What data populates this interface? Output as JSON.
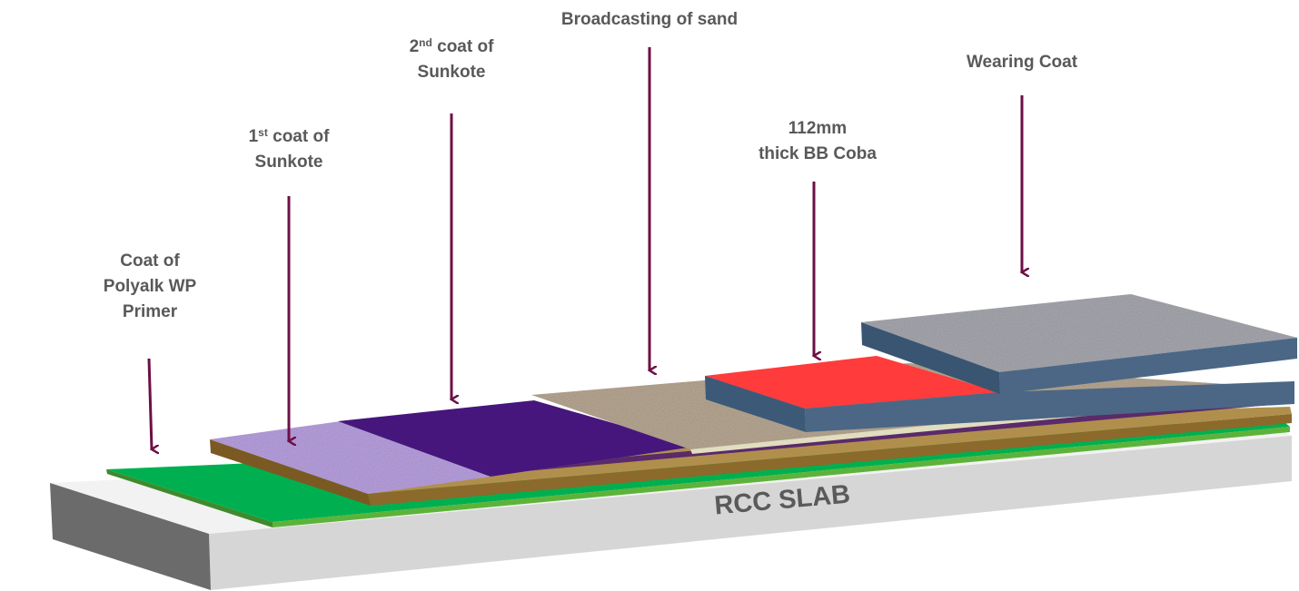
{
  "labels": {
    "primer": {
      "l1": "Coat of",
      "l2": "Polyalk WP",
      "l3": "Primer"
    },
    "coat1": {
      "num": "1",
      "sup": "st",
      "rest": " coat of",
      "l2": "Sunkote"
    },
    "coat2": {
      "num": "2",
      "sup": "nd",
      "rest": " coat of",
      "l2": "Sunkote"
    },
    "sand": {
      "l1": "Broadcasting of sand"
    },
    "coba": {
      "l1": "112mm",
      "l2": "thick BB Coba"
    },
    "wearing": {
      "l1": "Wearing Coat"
    },
    "slab": "RCC SLAB"
  },
  "colors": {
    "arrow": "#6d0f45",
    "text": "#595959",
    "slab_top": "#f2f2f2",
    "slab_front": "#d6d6d6",
    "slab_side": "#6b6b6b",
    "primer": "#00b050",
    "brown_layer": "#8b6a2b",
    "sunkote1": "#b9a1e0",
    "sunkote2": "#4b1685",
    "sand": "#b8a894",
    "coba": "#ff3b3b",
    "wearing_top": "#a8a8b0",
    "wearing_side": "#4b6785"
  }
}
